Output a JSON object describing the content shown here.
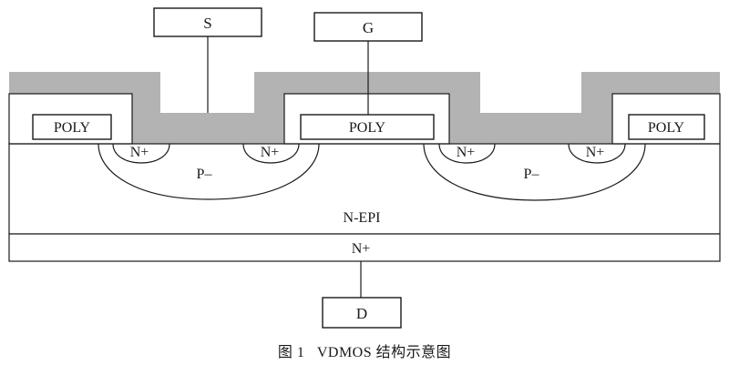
{
  "terminals": {
    "source": "S",
    "gate": "G",
    "drain": "D"
  },
  "regions": {
    "poly_left": "POLY",
    "poly_center": "POLY",
    "poly_right": "POLY",
    "nplus_1": "N+",
    "nplus_2": "N+",
    "nplus_3": "N+",
    "nplus_4": "N+",
    "pbody_left": "P–",
    "pbody_right": "P–",
    "epi": "N-EPI",
    "substrate": "N+"
  },
  "caption": "图 1   VDMOS 结构示意图",
  "colors": {
    "metal": "#b3b3b3",
    "line": "#1a1a1a",
    "background": "#ffffff"
  }
}
